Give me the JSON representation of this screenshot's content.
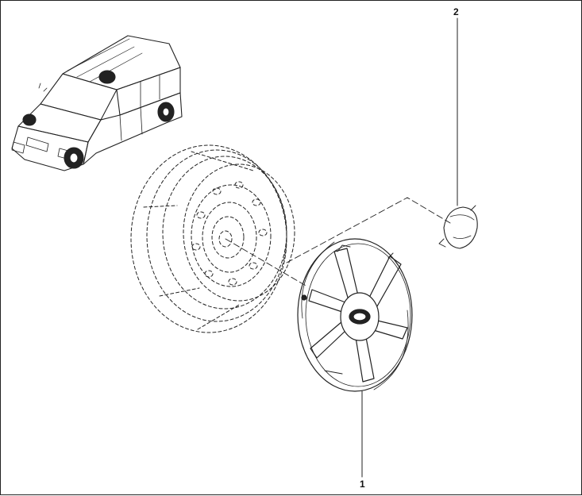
{
  "diagram": {
    "callouts": [
      {
        "id": "1",
        "text": "1",
        "part": "wheel-cover"
      },
      {
        "id": "2",
        "text": "2",
        "part": "center-cap"
      }
    ],
    "colors": {
      "line": "#222222",
      "background": "#ffffff"
    }
  }
}
